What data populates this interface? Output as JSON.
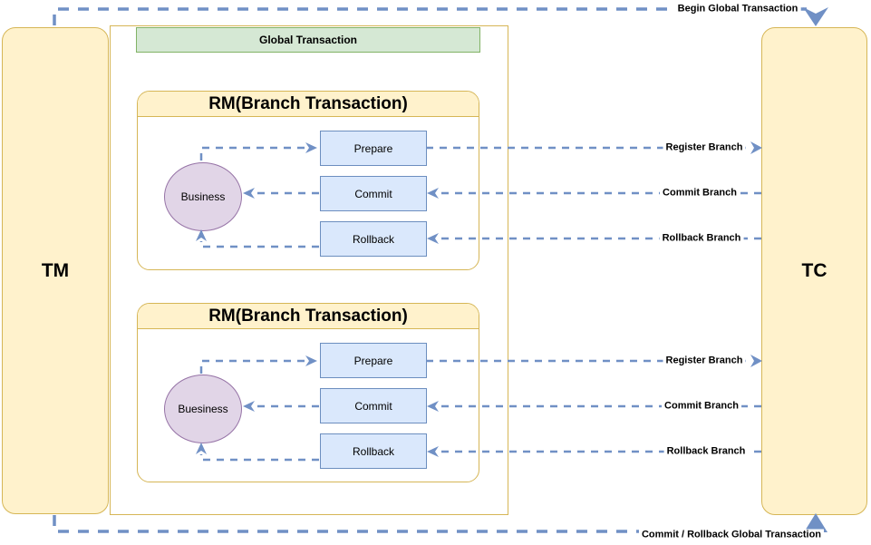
{
  "diagram": {
    "tm_label": "TM",
    "tc_label": "TC",
    "global_transaction_label": "Global Transaction",
    "begin_label": "Begin Global Transaction",
    "commit_rollback_label": "Commit / Rollback Global Transaction",
    "rm1": {
      "title": "RM(Branch Transaction)",
      "business_label": "Business",
      "prepare_label": "Prepare",
      "commit_label": "Commit",
      "rollback_label": "Rollback",
      "register_branch_label": "Register Branch",
      "commit_branch_label": "Commit Branch",
      "rollback_branch_label": "Rollback Branch"
    },
    "rm2": {
      "title": "RM(Branch Transaction)",
      "business_label": "Buesiness",
      "prepare_label": "Prepare",
      "commit_label": "Commit",
      "rollback_label": "Rollback",
      "register_branch_label": "Register Branch",
      "commit_branch_label": "Commit Branch",
      "rollback_branch_label": "Rollback Branch"
    },
    "colors": {
      "node_fill": "#FFF2CC",
      "node_border": "#D6B656",
      "global_header_fill": "#D5E8D4",
      "global_header_border": "#82B366",
      "action_fill": "#DAE8FC",
      "action_border": "#6C8EBF",
      "business_fill": "#E1D5E7",
      "business_border": "#9673A6",
      "connector": "#7090C5"
    }
  }
}
